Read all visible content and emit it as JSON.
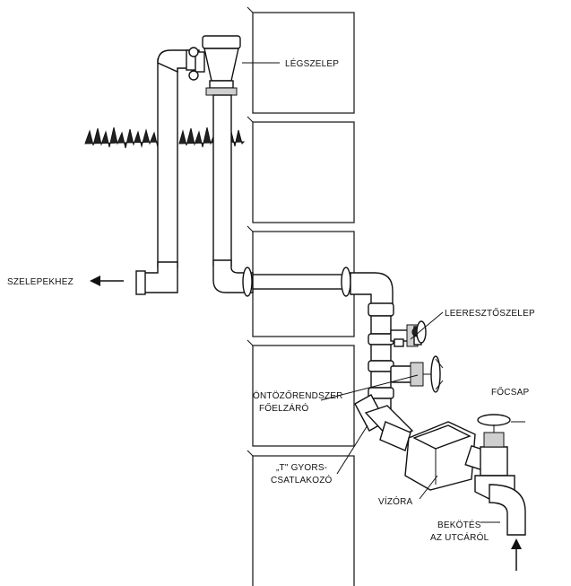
{
  "labels": {
    "air_valve": "LÉGSZELEP",
    "to_valves": "SZELEPEKHEZ",
    "drain_valve": "LEERESZTŐSZELEP",
    "irrigation_shutoff_line1": "ÖNTÖZŐRENDSZER",
    "irrigation_shutoff_line2": "FŐELZÁRÓ",
    "main_valve": "FŐCSAP",
    "t_connector_line1": "„T\" GYORS-",
    "t_connector_line2": "CSATLAKOZÓ",
    "water_meter": "VÍZÓRA",
    "street_connection_line1": "BEKÖTÉS",
    "street_connection_line2": "AZ UTCÁRÓL"
  },
  "colors": {
    "line": "#111111",
    "background": "#ffffff",
    "fill_light": "#cfcfcf"
  }
}
